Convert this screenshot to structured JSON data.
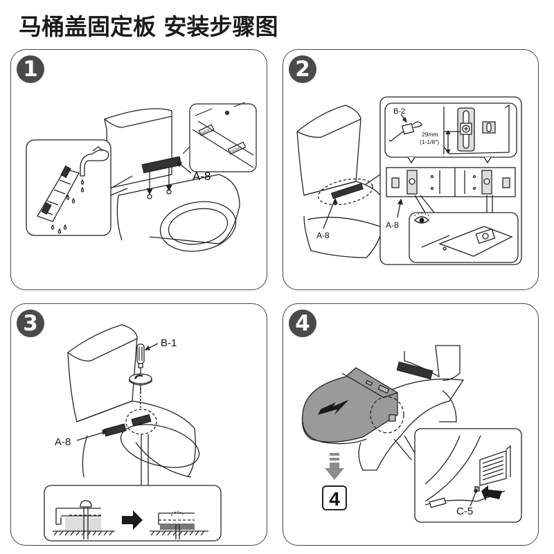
{
  "title": "马桶盖固定板 安装步骤图",
  "steps": [
    {
      "number": "1",
      "labels": {
        "part": "A-8",
        "back": "BACK",
        "front": "FRONT"
      },
      "icons": [
        "toilet-illustration",
        "faucet-icon",
        "water-drop-icon",
        "mounting-plate-icon",
        "down-arrow-icon"
      ]
    },
    {
      "number": "2",
      "labels": {
        "part_left": "A-8",
        "part_right": "A-8",
        "tool": "B-2",
        "measure_mm": "29mm",
        "measure_in": "(1-1/8\")"
      },
      "icons": [
        "toilet-illustration",
        "tape-measure-icon",
        "eye-icon",
        "screw-icon"
      ]
    },
    {
      "number": "3",
      "labels": {
        "tool": "B-1",
        "part": "A-8"
      },
      "icons": [
        "toilet-illustration",
        "screwdriver-icon",
        "rotate-arrow-icon",
        "right-arrow-icon"
      ]
    },
    {
      "number": "4",
      "labels": {
        "part": "C-5",
        "next_step": "4"
      },
      "icons": [
        "toilet-seat-illustration",
        "slide-arrow-icon",
        "down-arrow-icon",
        "push-arrow-icon",
        "vent-grille-icon"
      ]
    }
  ],
  "colors": {
    "badge": "#4a4a4a",
    "line": "#222222",
    "seat_fill": "#9a9a9a",
    "gray_arrow": "#8c8c8c"
  }
}
